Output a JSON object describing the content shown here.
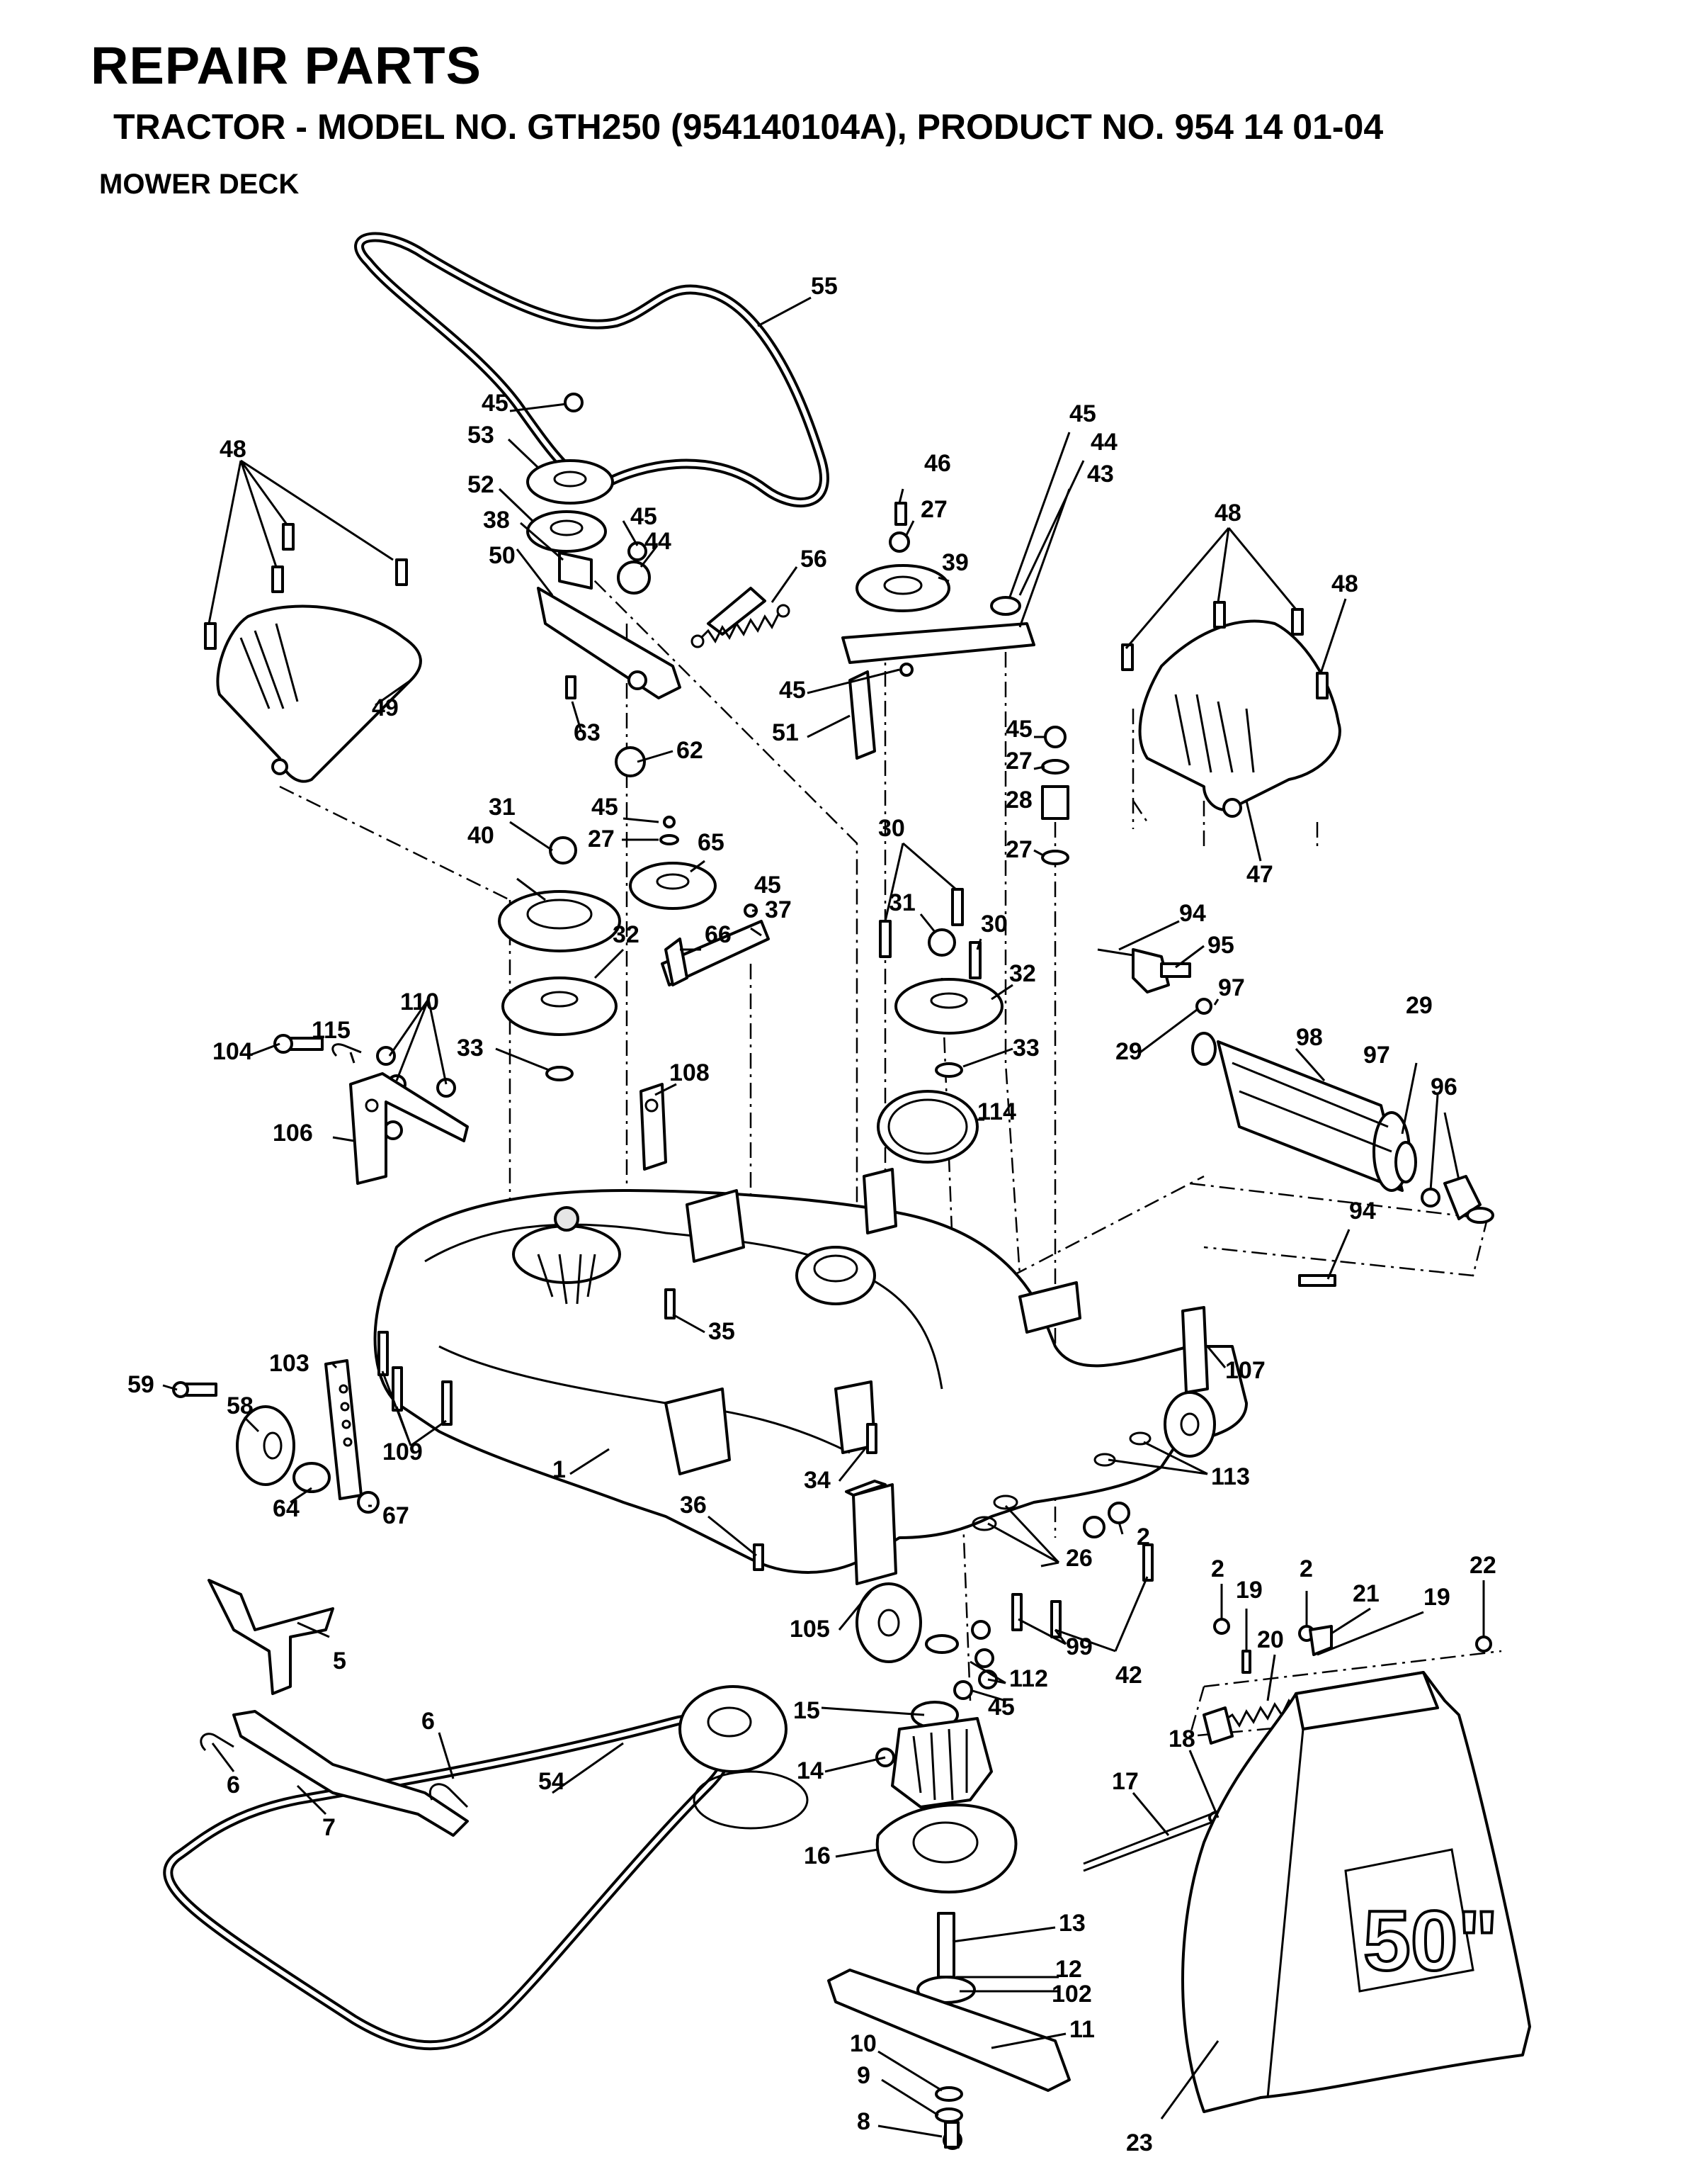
{
  "header": {
    "title": "REPAIR PARTS",
    "subtitle": "TRACTOR - MODEL NO. GTH250 (954140104A), PRODUCT NO. 954 14 01-04",
    "section": "MOWER DECK"
  },
  "deflector_marking": "50\"",
  "callouts": [
    {
      "id": "c55",
      "text": "55"
    },
    {
      "id": "c45a",
      "text": "45"
    },
    {
      "id": "c53",
      "text": "53"
    },
    {
      "id": "c52",
      "text": "52"
    },
    {
      "id": "c38",
      "text": "38"
    },
    {
      "id": "c50",
      "text": "50"
    },
    {
      "id": "c45b",
      "text": "45"
    },
    {
      "id": "c44a",
      "text": "44"
    },
    {
      "id": "c56",
      "text": "56"
    },
    {
      "id": "c48a",
      "text": "48"
    },
    {
      "id": "c49",
      "text": "49"
    },
    {
      "id": "c63",
      "text": "63"
    },
    {
      "id": "c62",
      "text": "62"
    },
    {
      "id": "c46",
      "text": "46"
    },
    {
      "id": "c27a",
      "text": "27"
    },
    {
      "id": "c39",
      "text": "39"
    },
    {
      "id": "c45c",
      "text": "45"
    },
    {
      "id": "c44b",
      "text": "44"
    },
    {
      "id": "c43",
      "text": "43"
    },
    {
      "id": "c45d",
      "text": "45"
    },
    {
      "id": "c51",
      "text": "51"
    },
    {
      "id": "c48b",
      "text": "48"
    },
    {
      "id": "c48c",
      "text": "48"
    },
    {
      "id": "c47",
      "text": "47"
    },
    {
      "id": "c45e",
      "text": "45"
    },
    {
      "id": "c27b",
      "text": "27"
    },
    {
      "id": "c28",
      "text": "28"
    },
    {
      "id": "c27c",
      "text": "27"
    },
    {
      "id": "c31a",
      "text": "31"
    },
    {
      "id": "c45f",
      "text": "45"
    },
    {
      "id": "c27d",
      "text": "27"
    },
    {
      "id": "c65",
      "text": "65"
    },
    {
      "id": "c40",
      "text": "40"
    },
    {
      "id": "c45g",
      "text": "45"
    },
    {
      "id": "c37",
      "text": "37"
    },
    {
      "id": "c66",
      "text": "66"
    },
    {
      "id": "c32a",
      "text": "32"
    },
    {
      "id": "c33a",
      "text": "33"
    },
    {
      "id": "c30a",
      "text": "30"
    },
    {
      "id": "c31b",
      "text": "31"
    },
    {
      "id": "c30b",
      "text": "30"
    },
    {
      "id": "c32b",
      "text": "32"
    },
    {
      "id": "c33b",
      "text": "33"
    },
    {
      "id": "c114",
      "text": "114"
    },
    {
      "id": "c94a",
      "text": "94"
    },
    {
      "id": "c95",
      "text": "95"
    },
    {
      "id": "c97a",
      "text": "97"
    },
    {
      "id": "c29a",
      "text": "29"
    },
    {
      "id": "c98",
      "text": "98"
    },
    {
      "id": "c29b",
      "text": "29"
    },
    {
      "id": "c97b",
      "text": "97"
    },
    {
      "id": "c96",
      "text": "96"
    },
    {
      "id": "c110",
      "text": "110"
    },
    {
      "id": "c115",
      "text": "115"
    },
    {
      "id": "c104",
      "text": "104"
    },
    {
      "id": "c106",
      "text": "106"
    },
    {
      "id": "c108",
      "text": "108"
    },
    {
      "id": "c94b",
      "text": "94"
    },
    {
      "id": "c35",
      "text": "35"
    },
    {
      "id": "c107",
      "text": "107"
    },
    {
      "id": "c59",
      "text": "59"
    },
    {
      "id": "c58",
      "text": "58"
    },
    {
      "id": "c103",
      "text": "103"
    },
    {
      "id": "c109",
      "text": "109"
    },
    {
      "id": "c1",
      "text": "1"
    },
    {
      "id": "c64",
      "text": "64"
    },
    {
      "id": "c67",
      "text": "67"
    },
    {
      "id": "c34",
      "text": "34"
    },
    {
      "id": "c113",
      "text": "113"
    },
    {
      "id": "c36",
      "text": "36"
    },
    {
      "id": "c2a",
      "text": "2"
    },
    {
      "id": "c26",
      "text": "26"
    },
    {
      "id": "c2b",
      "text": "2"
    },
    {
      "id": "c19a",
      "text": "19"
    },
    {
      "id": "c2c",
      "text": "2"
    },
    {
      "id": "c21",
      "text": "21"
    },
    {
      "id": "c22",
      "text": "22"
    },
    {
      "id": "c20",
      "text": "20"
    },
    {
      "id": "c19b",
      "text": "19"
    },
    {
      "id": "c105",
      "text": "105"
    },
    {
      "id": "c99",
      "text": "99"
    },
    {
      "id": "c42",
      "text": "42"
    },
    {
      "id": "c5",
      "text": "5"
    },
    {
      "id": "c6a",
      "text": "6"
    },
    {
      "id": "c6b",
      "text": "6"
    },
    {
      "id": "c7",
      "text": "7"
    },
    {
      "id": "c15",
      "text": "15"
    },
    {
      "id": "c112",
      "text": "112"
    },
    {
      "id": "c45h",
      "text": "45"
    },
    {
      "id": "c18",
      "text": "18"
    },
    {
      "id": "c17",
      "text": "17"
    },
    {
      "id": "c54",
      "text": "54"
    },
    {
      "id": "c14",
      "text": "14"
    },
    {
      "id": "c16",
      "text": "16"
    },
    {
      "id": "c13",
      "text": "13"
    },
    {
      "id": "c12",
      "text": "12"
    },
    {
      "id": "c102",
      "text": "102"
    },
    {
      "id": "c10",
      "text": "10"
    },
    {
      "id": "c11",
      "text": "11"
    },
    {
      "id": "c9",
      "text": "9"
    },
    {
      "id": "c8",
      "text": "8"
    },
    {
      "id": "c23",
      "text": "23"
    }
  ]
}
